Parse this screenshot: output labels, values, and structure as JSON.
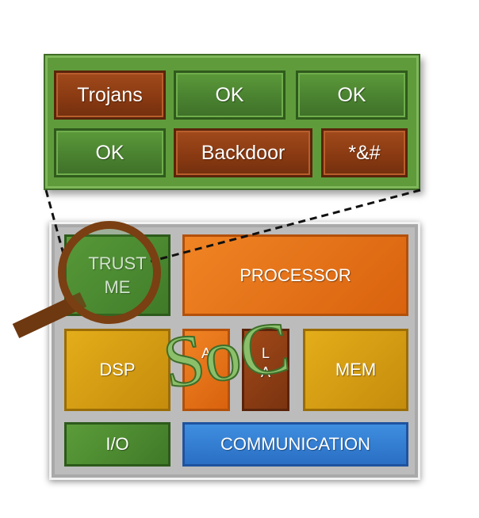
{
  "zoom_panel": {
    "tiles": [
      "Trojans",
      "OK",
      "OK",
      "OK",
      "Backdoor",
      "*&#"
    ]
  },
  "soc": {
    "trust_me": "TRUST\nME",
    "processor": "PROCESSOR",
    "dsp": "DSP",
    "asic1": "A",
    "asic2": "A",
    "asic2_top": "L",
    "mem": "MEM",
    "io": "I/O",
    "communication": "COMMUNICATION",
    "soc_label": "SoC"
  },
  "colors": {
    "panel_green": "#5f9b3b",
    "rust": "#8a3a12",
    "orange": "#e2701a",
    "gold": "#d49c14",
    "blue": "#2f78d0",
    "magnifier": "#7a3f12"
  }
}
